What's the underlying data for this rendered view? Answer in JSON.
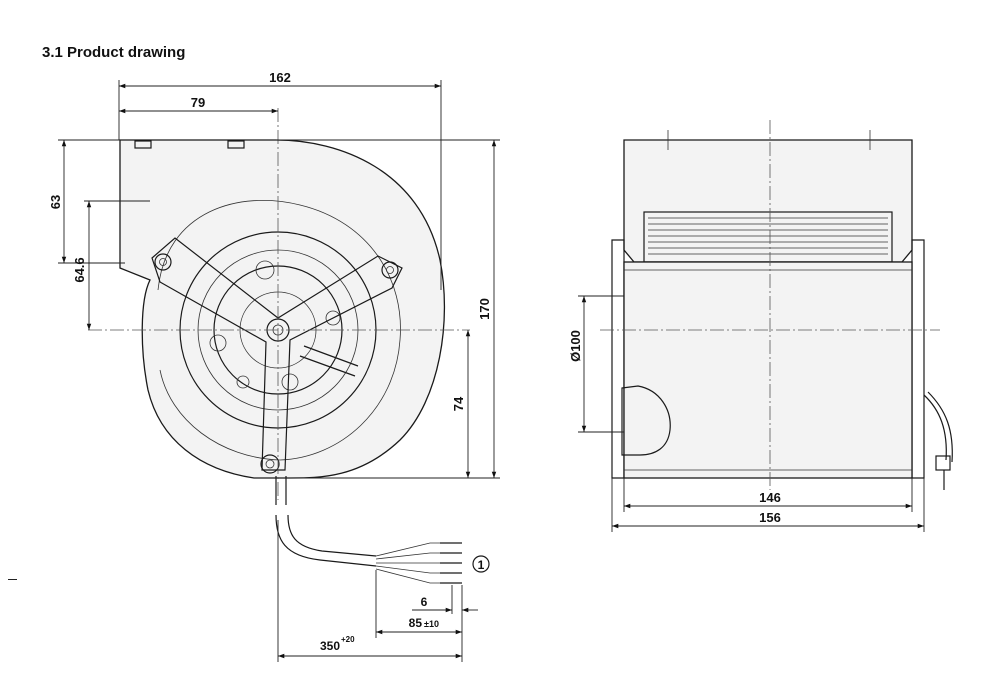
{
  "section_title": "3.1 Product drawing",
  "dimensions": {
    "overall_width": "162",
    "center_offset": "79",
    "outlet_height": "63",
    "inlet_offset": "64.6",
    "overall_height": "170",
    "lower_height": "74",
    "diameter": "Ø100",
    "depth_inner": "146",
    "depth_outer": "156",
    "lead_strip": "6",
    "lead_end": "85",
    "lead_end_tol": "±10",
    "cable_length": "350",
    "cable_length_tol": "+20"
  },
  "callout": "1"
}
